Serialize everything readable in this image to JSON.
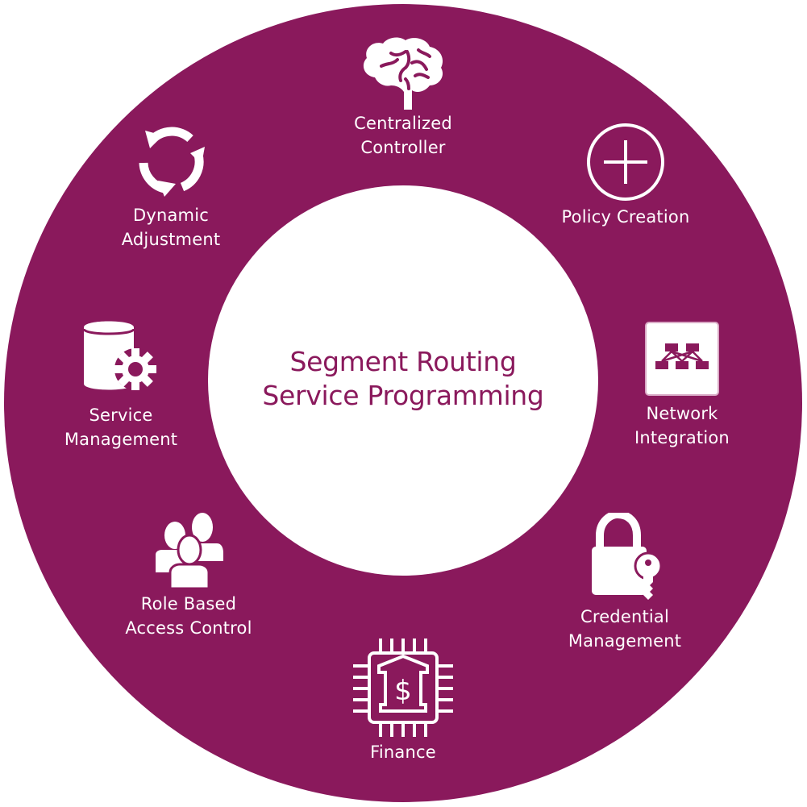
{
  "diagram": {
    "title_lines": [
      "Segment Routing",
      "Service Programming"
    ],
    "colors": {
      "ring": "#8a195c",
      "center": "#ffffff",
      "title": "#8a195c",
      "label": "#ffffff"
    },
    "items": [
      {
        "id": "centralized-controller",
        "icon": "brain-icon",
        "label_lines": [
          "Centralized",
          "Controller"
        ]
      },
      {
        "id": "policy-creation",
        "icon": "plus-circle-icon",
        "label_lines": [
          "Policy Creation"
        ]
      },
      {
        "id": "network-integration",
        "icon": "network-topology-icon",
        "label_lines": [
          "Network",
          "Integration"
        ]
      },
      {
        "id": "credential-management",
        "icon": "padlock-key-icon",
        "label_lines": [
          "Credential",
          "Management"
        ]
      },
      {
        "id": "finance",
        "icon": "chip-bank-dollar-icon",
        "label_lines": [
          "Finance"
        ]
      },
      {
        "id": "role-based-access-control",
        "icon": "user-group-icon",
        "label_lines": [
          "Role Based",
          "Access Control"
        ]
      },
      {
        "id": "service-management",
        "icon": "database-gear-icon",
        "label_lines": [
          "Service",
          "Management"
        ]
      },
      {
        "id": "dynamic-adjustment",
        "icon": "circular-arrows-icon",
        "label_lines": [
          "Dynamic",
          "Adjustment"
        ]
      }
    ]
  }
}
